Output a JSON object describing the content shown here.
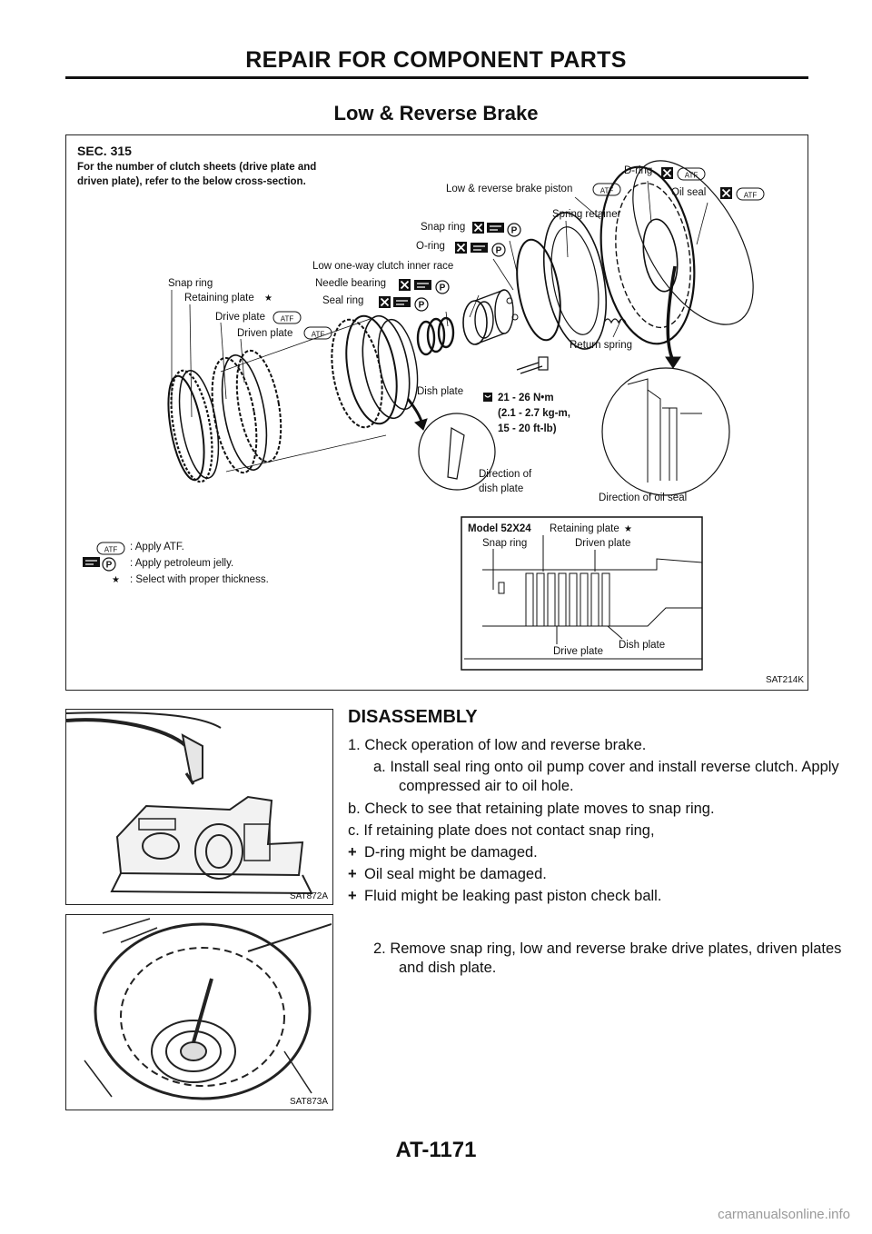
{
  "header": {
    "title": "REPAIR FOR COMPONENT PARTS"
  },
  "section": {
    "title": "Low & Reverse Brake"
  },
  "main_figure": {
    "sec": "SEC. 315",
    "note_line1": "For the number of clutch sheets (drive plate and",
    "note_line2": "driven plate), refer to the below cross-section.",
    "labels": {
      "low_reverse_piston": "Low & reverse brake piston",
      "d_ring": "D-ring",
      "oil_seal": "Oil seal",
      "spring_retainer": "Spring retainer",
      "snap_ring": "Snap ring",
      "o_ring": "O-ring",
      "inner_race": "Low one-way clutch inner race",
      "needle_bearing": "Needle bearing",
      "seal_ring": "Seal ring",
      "snap_ring_left": "Snap ring",
      "retaining_plate": "Retaining plate",
      "drive_plate": "Drive plate",
      "driven_plate": "Driven plate",
      "return_spring": "Return spring",
      "dish_plate": "Dish plate",
      "torque_line1": "21 - 26 N•m",
      "torque_line2": "(2.1 - 2.7 kg-m,",
      "torque_line3": "15 - 20 ft-lb)",
      "dir_dish_line1": "Direction of",
      "dir_dish_line2": "dish plate",
      "dir_oil_seal": "Direction of oil seal",
      "atf": "ATF",
      "p": "P",
      "star": "★"
    },
    "legend": {
      "atf_text": ": Apply ATF.",
      "petroleum_text": ": Apply petroleum jelly.",
      "select_text": ": Select with proper thickness."
    },
    "cross_section": {
      "model": "Model 52X24",
      "retaining_plate": "Retaining plate",
      "snap_ring": "Snap ring",
      "driven_plate": "Driven plate",
      "drive_plate": "Drive plate",
      "dish_plate": "Dish plate"
    },
    "code": "SAT214K"
  },
  "disassembly": {
    "title": "DISASSEMBLY",
    "step1": "1. Check operation of low and reverse brake.",
    "step1a": "a. Install seal ring onto oil pump cover and install reverse clutch. Apply compressed air to oil hole.",
    "step1b": "b. Check to see that retaining plate moves to snap ring.",
    "step1c": "c. If retaining plate does not contact snap ring,",
    "bullet_mark": "+",
    "bullets": [
      "D-ring might be damaged.",
      "Oil seal might be damaged.",
      "Fluid might be leaking past piston check ball."
    ],
    "step2": "2. Remove snap ring, low and reverse brake drive plates, driven plates and dish plate."
  },
  "photo1": {
    "code": "SAT872A"
  },
  "photo2": {
    "code": "SAT873A"
  },
  "footer": {
    "page": "AT-1171",
    "site": "carmanualsonline.info"
  }
}
